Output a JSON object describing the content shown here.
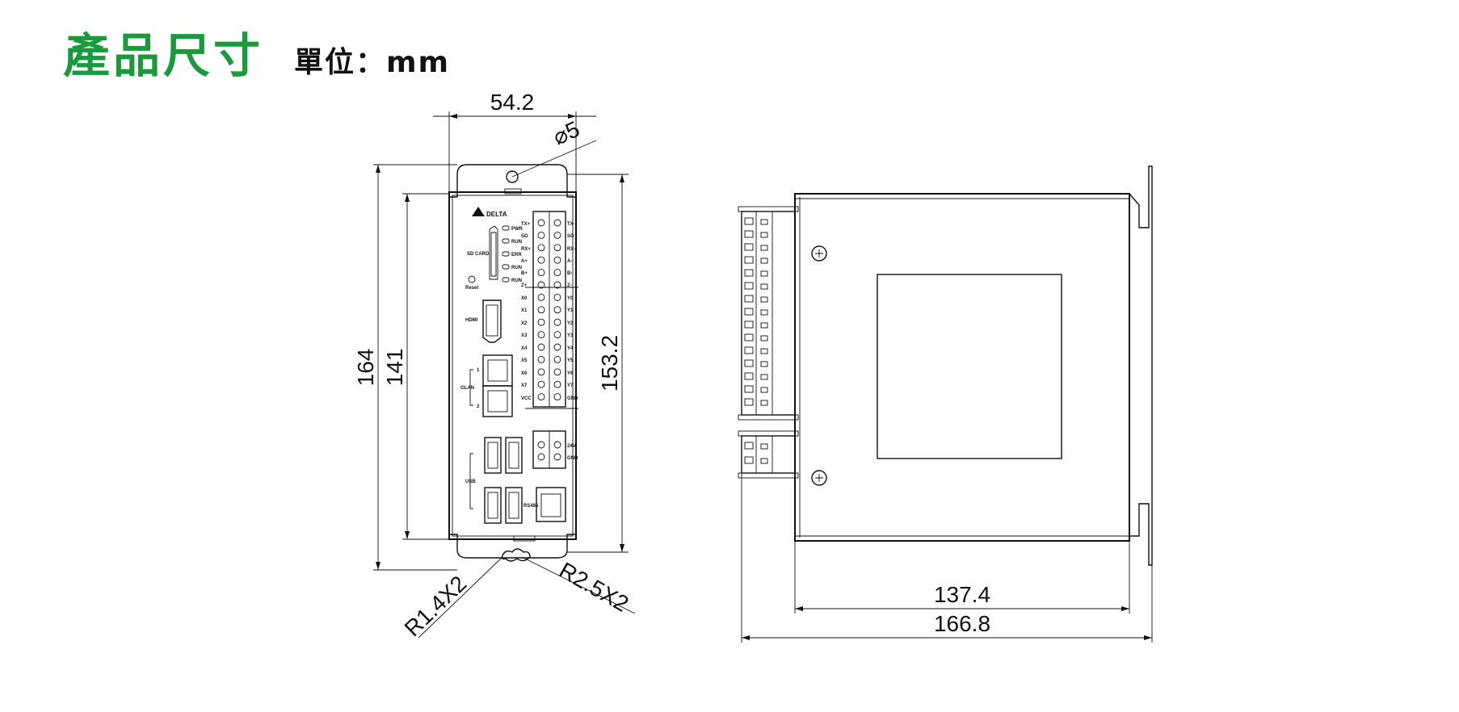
{
  "header": {
    "title": "產品尺寸",
    "unit_label": "單位：mm"
  },
  "front_view": {
    "width_dim": "54.2",
    "hole_dim": "⌀5",
    "height_total_dim": "164",
    "height_body_dim": "141",
    "height_mount_dim": "153.2",
    "radius_left_dim": "R1.4X2",
    "radius_right_dim": "R2.5X2",
    "panel": {
      "brand": "DELTA",
      "sd_label": "SD CARD",
      "reset_label": "Reset",
      "hdmi_label": "HDMI",
      "glan_label": "GLAN",
      "glan_ports": [
        "1",
        "2"
      ],
      "usb_label": "USB",
      "rs485_label": "RS485",
      "leds": [
        "PWR",
        "RUN",
        "ERR",
        "RUN",
        "RUN"
      ],
      "left_terminals": [
        "TX+",
        "SG",
        "RX+",
        "A+",
        "B+",
        "Z+",
        "X0",
        "X1",
        "X2",
        "X3",
        "X4",
        "X5",
        "X6",
        "X7",
        "VCC"
      ],
      "right_terminals": [
        "TX-",
        "SG",
        "RX-",
        "A-",
        "B-",
        "Z-",
        "Y0",
        "Y1",
        "Y2",
        "Y3",
        "Y4",
        "Y5",
        "Y6",
        "Y7",
        "GND"
      ],
      "power_terminals": [
        "24V",
        "GND"
      ]
    }
  },
  "side_view": {
    "body_depth_dim": "137.4",
    "total_depth_dim": "166.8"
  }
}
